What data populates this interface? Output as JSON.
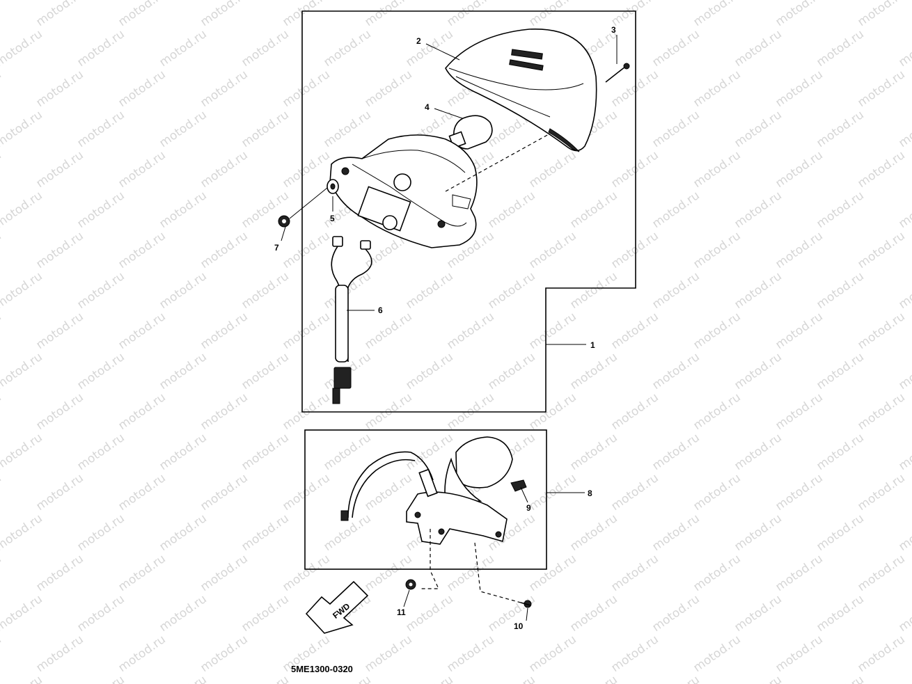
{
  "watermark": "motod.ru",
  "diagram_code": "5ME1300-0320",
  "fwd_label": "FWD",
  "callouts": {
    "c1": "1",
    "c2": "2",
    "c3": "3",
    "c4": "4",
    "c5": "5",
    "c6": "6",
    "c7": "7",
    "c8": "8",
    "c9": "9",
    "c10": "10",
    "c11": "11"
  }
}
